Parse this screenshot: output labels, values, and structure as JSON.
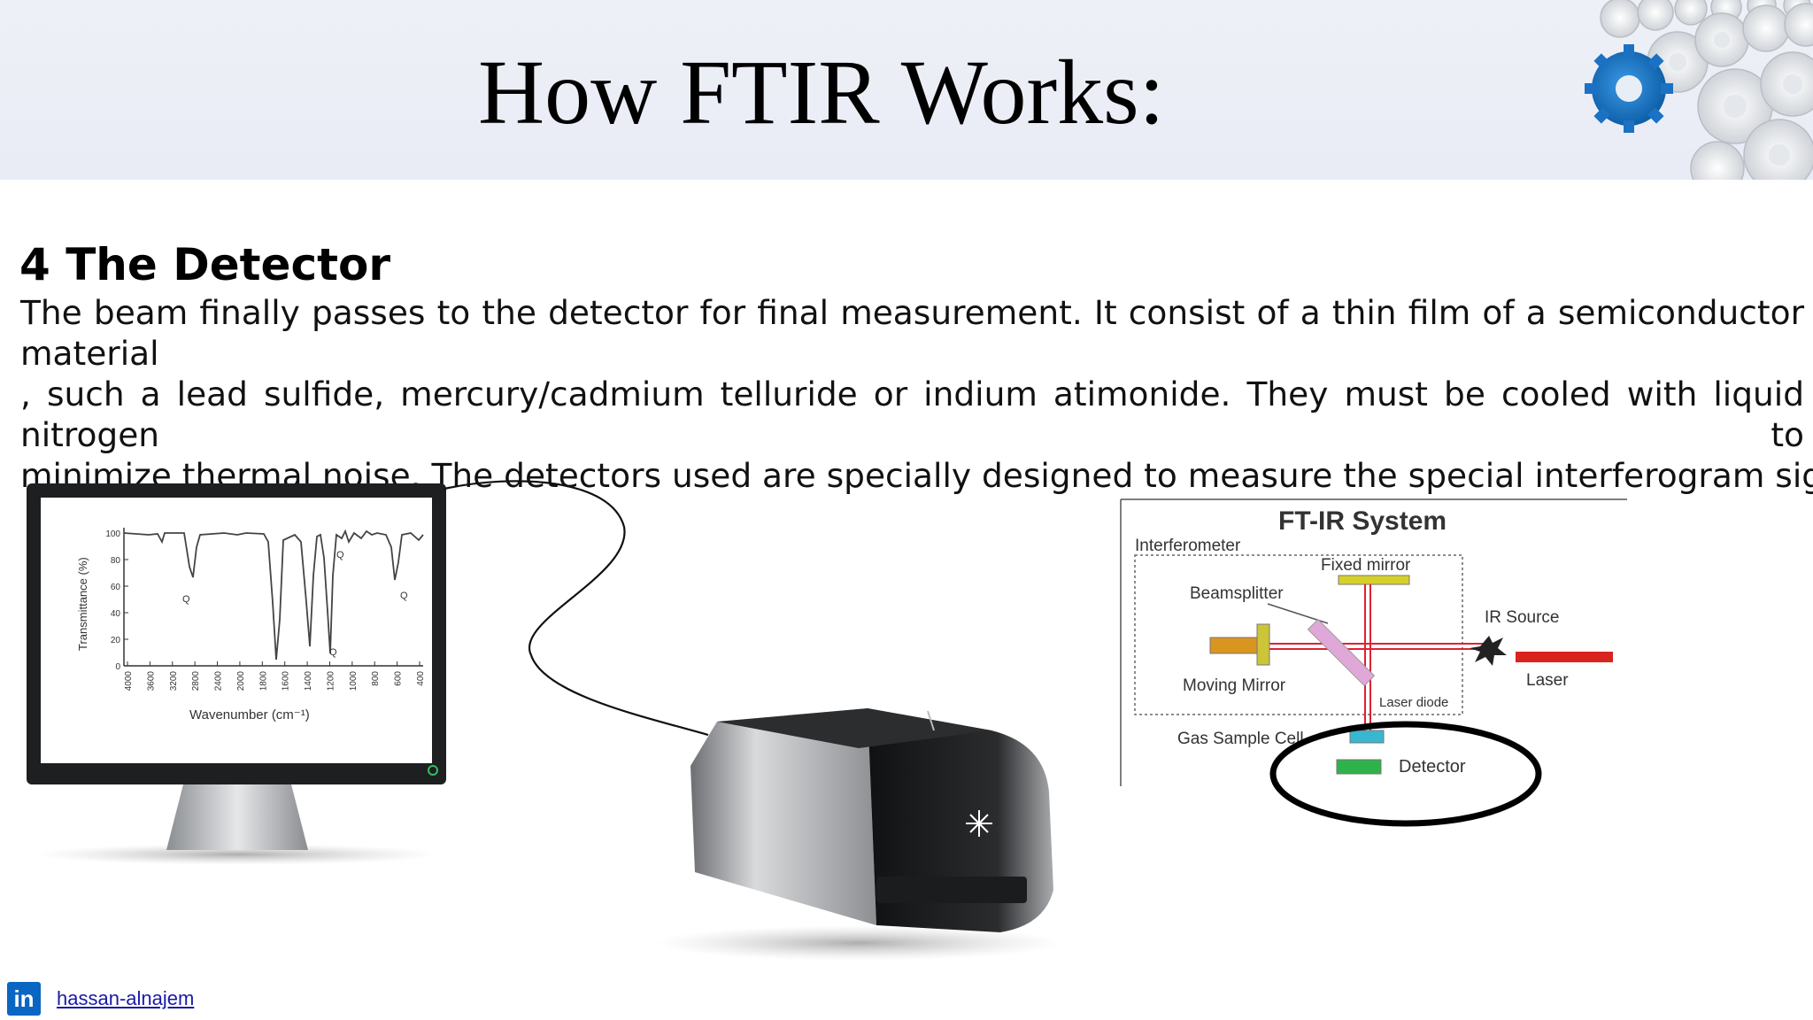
{
  "title": "How FTIR Works:",
  "section": {
    "heading": "4 The Detector",
    "lines": [
      "The beam finally passes to the detector for final measurement. It consist of a thin film of a semiconductor material",
      ", such a lead sulfide, mercury/cadmium telluride or indium atimonide. They must be cooled with liquid nitrogen to",
      "minimize thermal noise.  The detectors used are specially designed to measure the special interferogram signal."
    ]
  },
  "spectrum": {
    "ylabel": "Transmittance (%)",
    "xlabel": "Wavenumber (cm⁻¹)",
    "y_ticks": [
      "100",
      "80",
      "60",
      "40",
      "20",
      "0"
    ],
    "x_ticks": [
      "4000",
      "3600",
      "3200",
      "2800",
      "2400",
      "2000",
      "1800",
      "1600",
      "1400",
      "1200",
      "1000",
      "800",
      "600",
      "400"
    ],
    "peak_label": "Q"
  },
  "diagram": {
    "title": "FT-IR System",
    "interferometer": "Interferometer",
    "fixed_mirror": "Fixed mirror",
    "beamsplitter": "Beamsplitter",
    "ir_source": "IR Source",
    "moving_mirror": "Moving Mirror",
    "laser": "Laser",
    "laser_diode": "Laser diode",
    "gas_sample_cell": "Gas Sample Cell",
    "detector": "Detector"
  },
  "footer": {
    "badge": "in",
    "link": "hassan-alnajem"
  },
  "colors": {
    "header_bg": "#eceff6",
    "gear_blue": "#1e7fd1",
    "linkedin": "#0a66c2"
  }
}
